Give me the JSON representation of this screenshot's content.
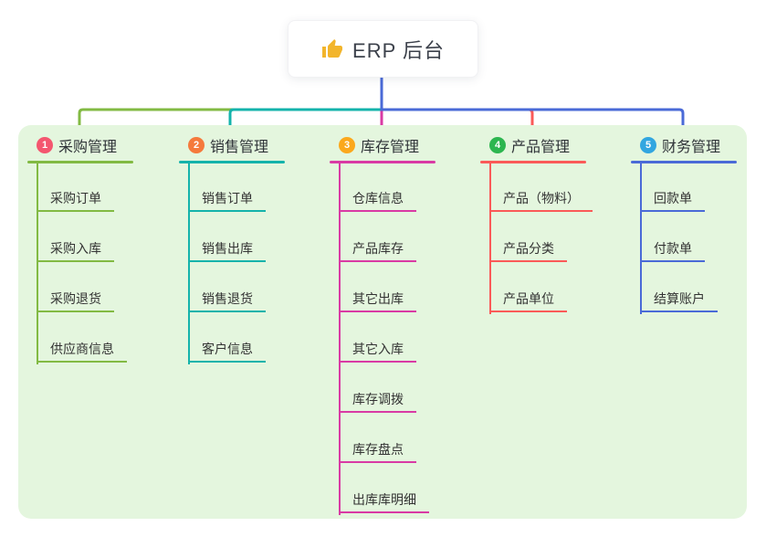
{
  "root": {
    "label": "ERP 后台",
    "icon": "thumbs-up",
    "icon_color": "#f2b52c",
    "line_color": "#4a6ad7"
  },
  "panel": {
    "bg_color": "#e4f6de"
  },
  "branches": [
    {
      "number": "1",
      "label": "采购管理",
      "line_color": "#82ba43",
      "badge_color": "#f4566f",
      "children": [
        "采购订单",
        "采购入库",
        "采购退货",
        "供应商信息"
      ]
    },
    {
      "number": "2",
      "label": "销售管理",
      "line_color": "#14b3ab",
      "badge_color": "#f57a3c",
      "children": [
        "销售订单",
        "销售出库",
        "销售退货",
        "客户信息"
      ]
    },
    {
      "number": "3",
      "label": "库存管理",
      "line_color": "#d93aa4",
      "badge_color": "#fba81c",
      "children": [
        "仓库信息",
        "产品库存",
        "其它出库",
        "其它入库",
        "库存调拨",
        "库存盘点",
        "出库库明细"
      ]
    },
    {
      "number": "4",
      "label": "产品管理",
      "line_color": "#fa5a58",
      "badge_color": "#2db650",
      "children": [
        "产品（物料）",
        "产品分类",
        "产品单位"
      ]
    },
    {
      "number": "5",
      "label": "财务管理",
      "line_color": "#4a6ad7",
      "badge_color": "#32a6e0",
      "children": [
        "回款单",
        "付款单",
        "结算账户"
      ]
    }
  ]
}
